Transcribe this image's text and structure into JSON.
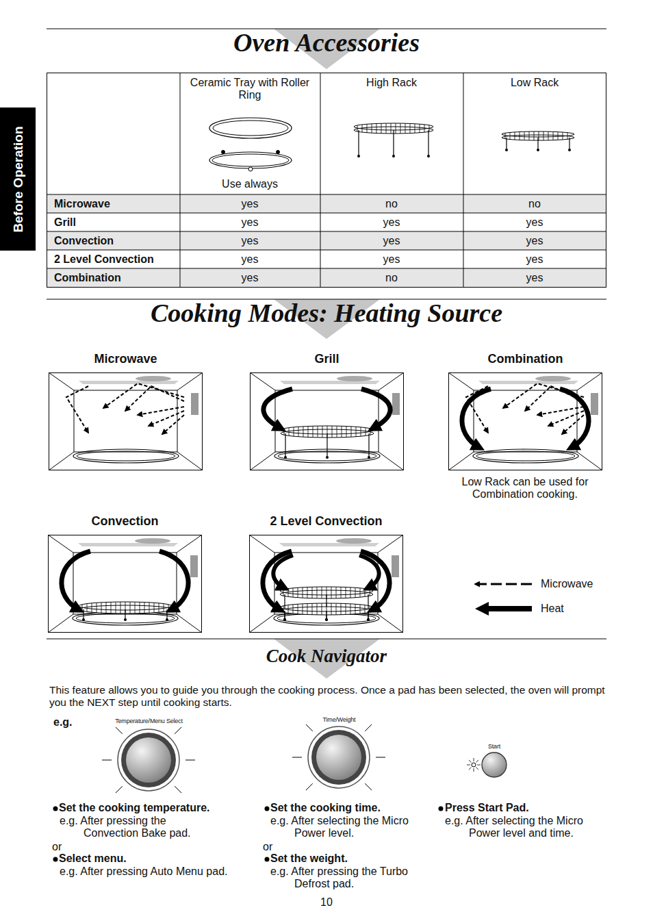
{
  "diagram": {
    "title": "Oven Accessories",
    "nodes": [
      {
        "text": [
          "Before Operation"
        ]
      },
      {
        "text": [
          "Microwave"
        ]
      },
      {
        "text": [
          "Grill"
        ]
      },
      {
        "text": [
          "Combination"
        ]
      },
      {
        "text": [
          "Convection"
        ]
      },
      {
        "text": [
          "2 Level Convection"
        ]
      },
      {
        "text": [
          "Temperature/Menu Select"
        ]
      },
      {
        "text": [
          "Time/Weight"
        ]
      },
      {
        "text": [
          "Start"
        ]
      }
    ],
    "labels": [
      "Cooking Modes: Heating Source",
      "Cook Navigator",
      "Ceramic Tray with Roller Ring",
      "High Rack",
      "Low Rack",
      "Use always",
      "Microwave",
      "yes",
      "no",
      "no",
      "Grill",
      "yes",
      "yes",
      "yes",
      "Convection",
      "yes",
      "yes",
      "yes",
      "2 Level Convection",
      "yes",
      "yes",
      "yes",
      "Combination",
      "yes",
      "no",
      "yes",
      "Low Rack can be used for Combination cooking.",
      "This feature allows you to guide you through the cooking process. Once a pad has been selected, the oven will prompt you the NEXT step until cooking starts.",
      "e.g.",
      "Set the cooking temperature.",
      "e.g. After pressing the Convection Bake pad.",
      "or",
      "Select menu.",
      "e.g. After pressing Auto Menu pad.",
      "Set the cooking time.",
      "e.g. After selecting the Micro Power level.",
      "or",
      "Set the weight.",
      "e.g. After pressing the Turbo Defrost pad.",
      "Press Start Pad.",
      "e.g. After selecting the Micro Power level and time.",
      "10"
    ],
    "legend": [
      {
        "text": "Microwave"
      },
      {
        "text": "Heat"
      }
    ]
  }
}
